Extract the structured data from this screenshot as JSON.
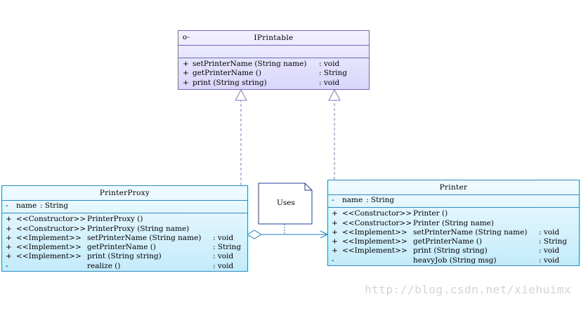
{
  "iprintable": {
    "icon": "interface-icon",
    "icon_glyph": "o-",
    "name": "IPrintable",
    "operations": [
      {
        "vis": "+",
        "stereo": "",
        "name": "setPrinterName (String name)",
        "type": ": void"
      },
      {
        "vis": "+",
        "stereo": "",
        "name": "getPrinterName ()",
        "type": ": String"
      },
      {
        "vis": "+",
        "stereo": "",
        "name": "print (String string)",
        "type": ": void"
      }
    ]
  },
  "printer_proxy": {
    "name": "PrinterProxy",
    "attributes": [
      {
        "vis": "-",
        "name": "name",
        "type": ": String"
      }
    ],
    "operations": [
      {
        "vis": "+",
        "stereo": "<<Constructor>>",
        "name": "PrinterProxy ()",
        "type": ""
      },
      {
        "vis": "+",
        "stereo": "<<Constructor>>",
        "name": "PrinterProxy (String name)",
        "type": ""
      },
      {
        "vis": "+",
        "stereo": "<<Implement>>",
        "name": "setPrinterName (String name)",
        "type": ": void"
      },
      {
        "vis": "+",
        "stereo": "<<Implement>>",
        "name": "getPrinterName ()",
        "type": ": String"
      },
      {
        "vis": "+",
        "stereo": "<<Implement>>",
        "name": "print (String string)",
        "type": ": void"
      },
      {
        "vis": "-",
        "stereo": "",
        "name": "realize ()",
        "type": ": void"
      }
    ]
  },
  "printer": {
    "name": "Printer",
    "attributes": [
      {
        "vis": "-",
        "name": "name",
        "type": ": String"
      }
    ],
    "operations": [
      {
        "vis": "+",
        "stereo": "<<Constructor>>",
        "name": "Printer ()",
        "type": ""
      },
      {
        "vis": "+",
        "stereo": "<<Constructor>>",
        "name": "Printer (String name)",
        "type": ""
      },
      {
        "vis": "+",
        "stereo": "<<Implement>>",
        "name": "setPrinterName (String name)",
        "type": ": void"
      },
      {
        "vis": "+",
        "stereo": "<<Implement>>",
        "name": "getPrinterName ()",
        "type": ": String"
      },
      {
        "vis": "+",
        "stereo": "<<Implement>>",
        "name": "print (String string)",
        "type": ": void"
      },
      {
        "vis": "-",
        "stereo": "",
        "name": "heavyJob (String msg)",
        "type": ": void"
      }
    ]
  },
  "note": {
    "text": "Uses"
  },
  "watermark": "http://blog.csdn.net/xiehuimx",
  "colors": {
    "interface_border": "#6d6ac2",
    "class_border": "#2a8ac2",
    "realization_line": "#7a78c8",
    "association_line": "#1f7fc4"
  }
}
